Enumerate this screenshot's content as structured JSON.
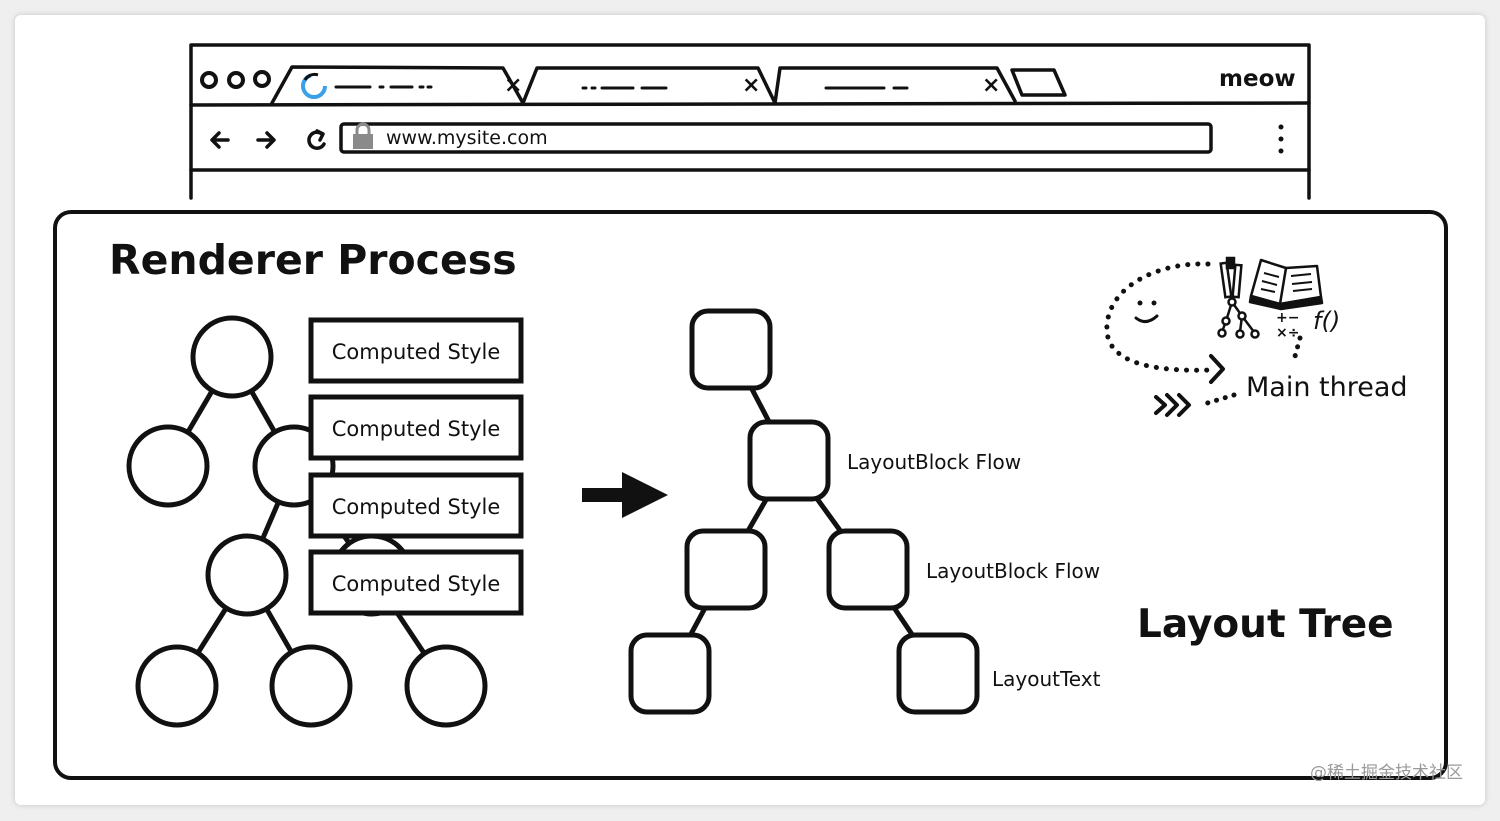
{
  "browser": {
    "window_label": "meow",
    "url": "www.mysite.com",
    "tab_close_glyph": "×",
    "nav": {
      "back_icon": "arrow-left-icon",
      "forward_icon": "arrow-right-icon",
      "reload_icon": "reload-icon",
      "menu_icon": "kebab-menu-icon",
      "lock_icon": "lock-icon"
    }
  },
  "renderer": {
    "title": "Renderer Process",
    "computed_style_labels": [
      "Computed Style",
      "Computed Style",
      "Computed Style",
      "Computed Style"
    ],
    "layout_node_labels": [
      "LayoutBlock Flow",
      "LayoutBlock Flow",
      "LayoutText"
    ],
    "layout_tree_title": "Layout Tree",
    "main_thread_label": "Main thread",
    "function_glyph": "f()",
    "math_glyphs": "+−\n×÷"
  },
  "watermark": "@稀土掘金技术社区",
  "colors": {
    "ink": "#111111",
    "loading_spinner": "#3aa0e8",
    "lock": "#8a8a8a",
    "background": "#ffffff"
  }
}
